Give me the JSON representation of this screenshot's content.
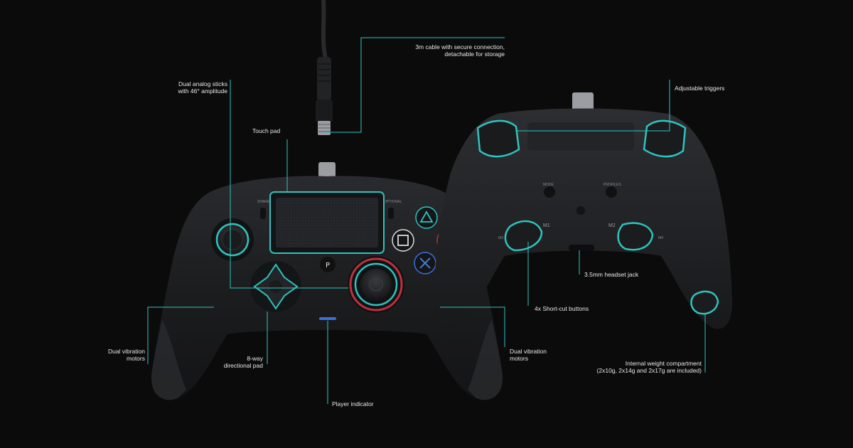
{
  "colors": {
    "background": "#0b0b0c",
    "accent_teal": "#2ec4c0",
    "body_dark": "#1f2022",
    "ring_red": "#c0303c",
    "indicator_blue": "#3a6fe0",
    "text": "#e8e8e8"
  },
  "front_controller": {
    "small_text": {
      "share": "SHARE",
      "options": "OPTIONAL"
    },
    "face_buttons": [
      "triangle",
      "square",
      "circle",
      "cross"
    ]
  },
  "back_controller": {
    "small_text": {
      "mode": "MODE",
      "profiles": "PROFILES",
      "m1": "M1",
      "m2": "M2",
      "m3": "M3",
      "m4": "M4"
    }
  },
  "callouts": {
    "cable": "3m cable with secure connection,\ndetachable for storage",
    "sticks": "Dual analog sticks\nwith 46° amplitude",
    "touchpad": "Touch pad",
    "triggers": "Adjustable triggers",
    "vibration_left": "Dual vibration\nmotors",
    "dpad": "8-way\ndirectional pad",
    "vibration_right": "Dual vibration\nmotors",
    "player_indicator": "Player indicator",
    "headset": "3.5mm headset jack",
    "shortcut": "4x Short-cut buttons",
    "weight": "Internal weight compartment\n(2x10g, 2x14g and 2x17g are included)"
  }
}
